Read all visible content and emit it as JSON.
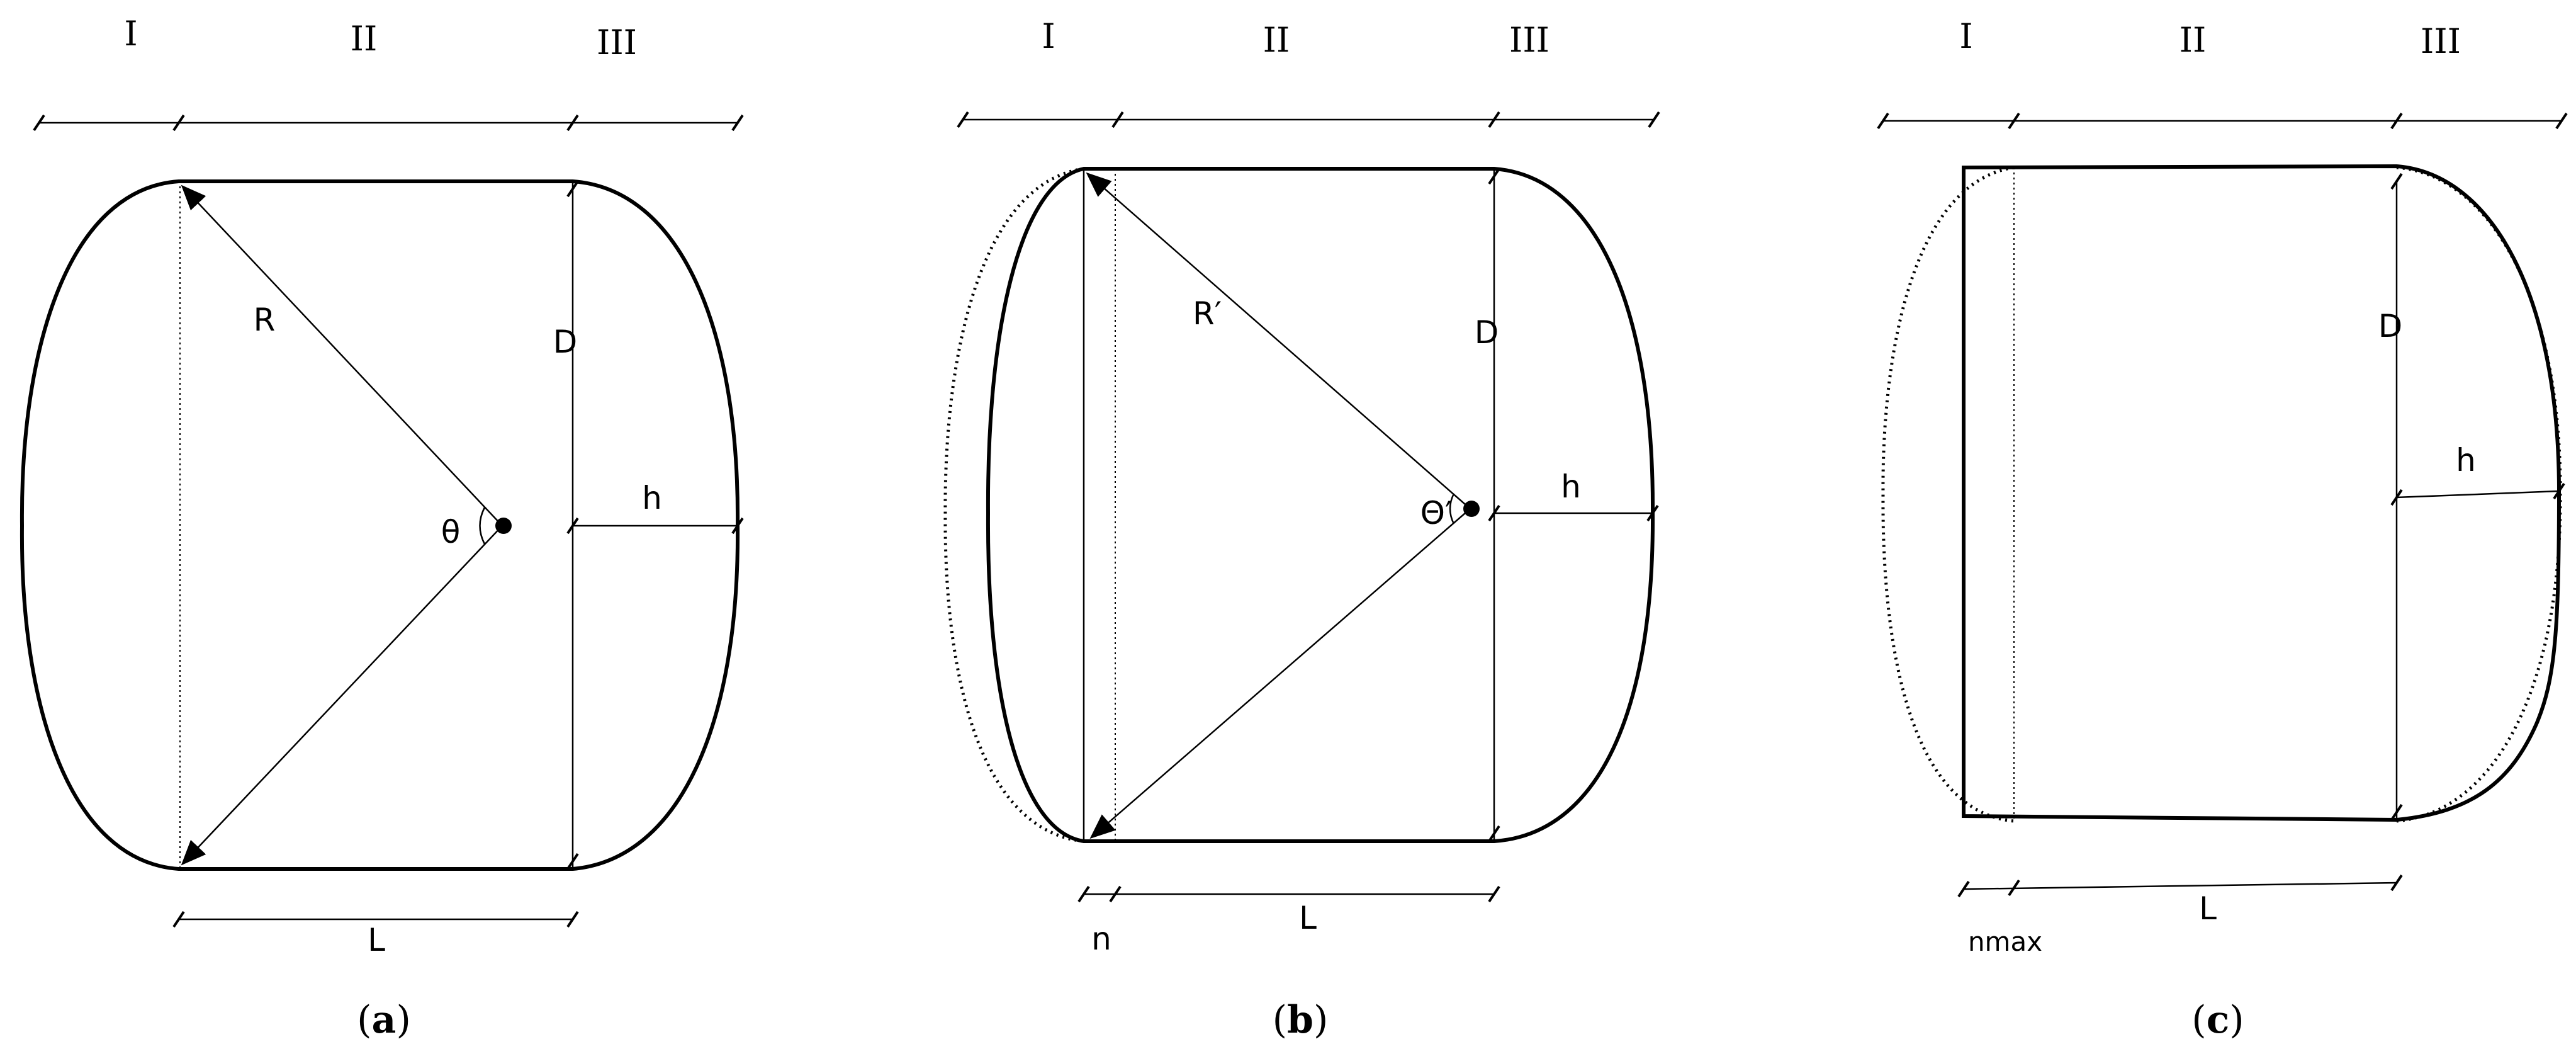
{
  "zones": [
    "I",
    "II",
    "III"
  ],
  "panels": [
    {
      "caption": "a",
      "labels": {
        "radius": "R",
        "angle": "θ",
        "diameter": "D",
        "height": "h",
        "length": "L"
      }
    },
    {
      "caption": "b",
      "labels": {
        "radius": "R′",
        "angle": "Θ′",
        "diameter": "D",
        "height": "h",
        "length": "L",
        "offset": "n"
      }
    },
    {
      "caption": "c",
      "labels": {
        "diameter": "D",
        "height": "h",
        "length": "L",
        "offset": "nmax"
      }
    }
  ]
}
